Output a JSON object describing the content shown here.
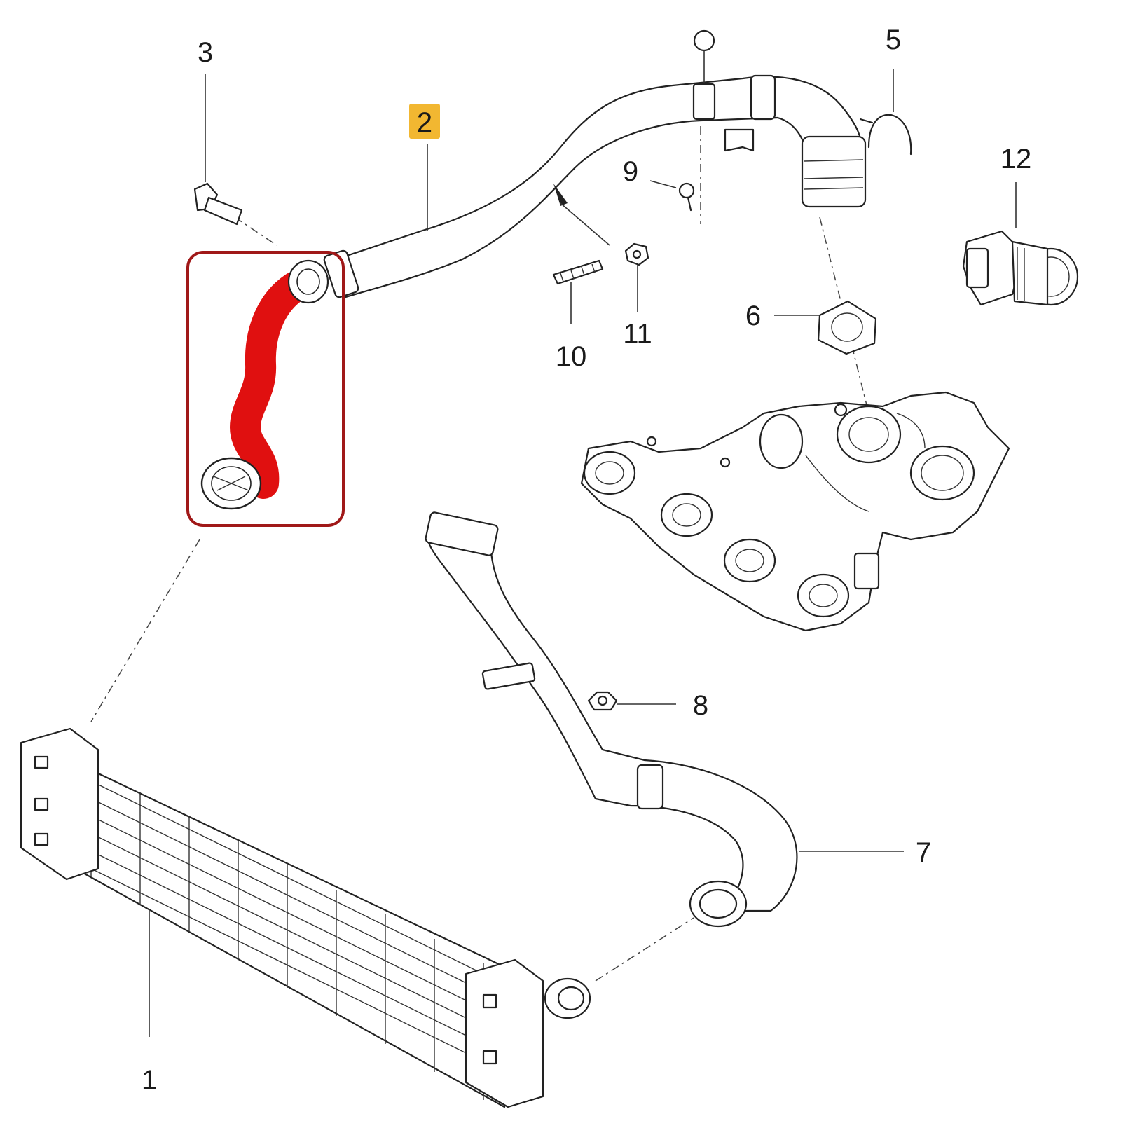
{
  "highlight_color": "#e01010",
  "frame_color": "#a01818",
  "badge_color": "#f2b731",
  "callouts": {
    "c1": "1",
    "c2": "2",
    "c3": "3",
    "c5": "5",
    "c6": "6",
    "c7": "7",
    "c8": "8",
    "c9": "9",
    "c10": "10",
    "c11": "11",
    "c12": "12"
  }
}
